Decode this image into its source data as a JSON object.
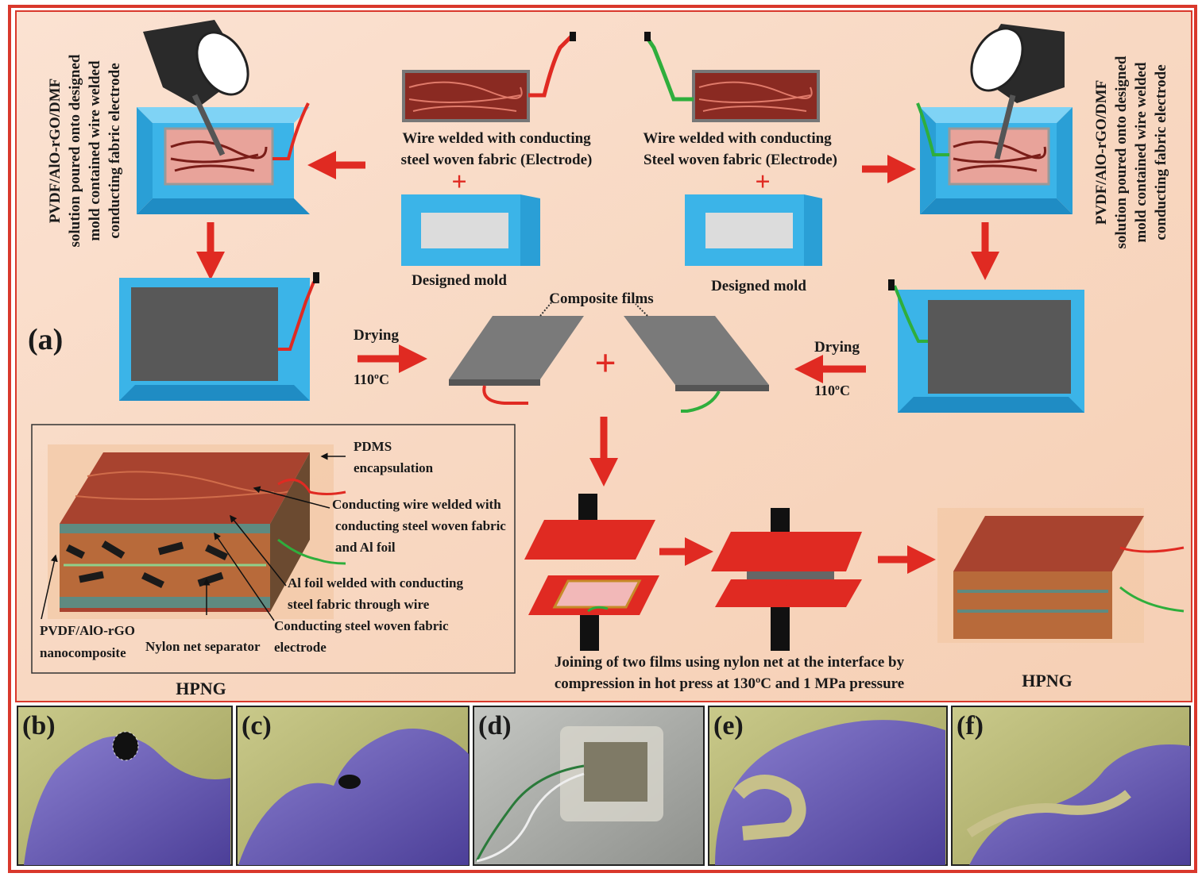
{
  "panel_a": {
    "label": "(a)",
    "left_pour_text": [
      "PVDF/AlO-rGO/DMF",
      "solution poured onto designed",
      "mold contained wire welded",
      "conducting fabric electrode"
    ],
    "right_pour_text": [
      "PVDF/AlO-rGO/DMF",
      "solution poured onto designed",
      "mold contained wire welded",
      "conducting fabric electrode"
    ],
    "left_electrode_text": [
      "Wire welded with conducting",
      "steel woven fabric (Electrode)"
    ],
    "right_electrode_text": [
      "Wire welded with conducting",
      "Steel woven fabric (Electrode)"
    ],
    "plus": "+",
    "left_mold_label": "Designed mold",
    "right_mold_label": "Designed mold",
    "composite_films_label": "Composite films",
    "left_drying": "Drying",
    "left_temp": "110ºC",
    "right_drying": "Drying",
    "right_temp": "110ºC",
    "press_caption": [
      "Joining of two films using nylon net at the interface by",
      "compression in hot press at 130ºC and 1 MPa pressure"
    ],
    "hpng_right": "HPNG",
    "inset": {
      "title": "HPNG",
      "pdms": [
        "PDMS",
        "encapsulation"
      ],
      "wire": [
        "Conducting wire welded with",
        "conducting steel woven fabric",
        "and Al foil"
      ],
      "al_foil": [
        "Al foil welded with conducting",
        "steel fabric through wire"
      ],
      "steel": [
        "Conducting steel woven fabric",
        "electrode"
      ],
      "pvdf": [
        "PVDF/AlO-rGO",
        "nanocomposite"
      ],
      "nylon": "Nylon net separator"
    }
  },
  "photos": [
    {
      "label": "(b)"
    },
    {
      "label": "(c)"
    },
    {
      "label": "(d)"
    },
    {
      "label": "(e)"
    },
    {
      "label": "(f)"
    }
  ],
  "colors": {
    "frame": "#d9382c",
    "mold": "#3bb4e8",
    "arrow": "#e02a22",
    "film": "#6b6b6b",
    "fabric": "#8a2a22",
    "glove": "#6b5fb8"
  }
}
